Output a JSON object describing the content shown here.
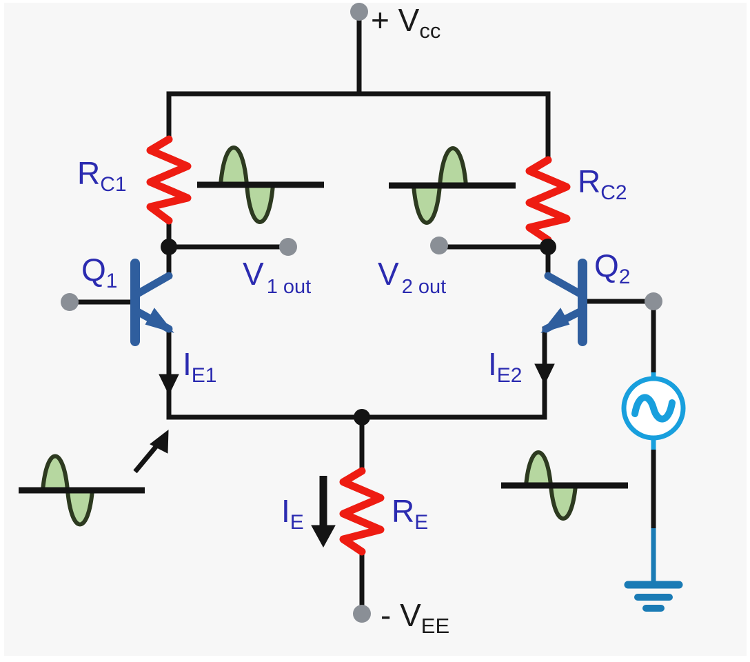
{
  "diagram": {
    "title": "Differential amplifier circuit",
    "background_color": "#f7f7f7"
  },
  "colors": {
    "wire": "#141414",
    "resistor": "#ee1c12",
    "transistor": "#2f5e9e",
    "label": "#2b2bb0",
    "label_dark": "#1b1b1b",
    "terminal_dot": "#8a8f96",
    "junction_dot": "#141414",
    "source": "#189fdd",
    "wave_fill": "#b6d7a0",
    "wave_stroke": "#2d3a20"
  },
  "labels": {
    "vcc": {
      "main": "+ V",
      "sub": "cc"
    },
    "vee": {
      "main": "- V",
      "sub": "EE"
    },
    "rc1": {
      "main": "R",
      "sub": "C1"
    },
    "rc2": {
      "main": "R",
      "sub": "C2"
    },
    "re": {
      "main": "R",
      "sub": "E"
    },
    "q1": {
      "main": "Q",
      "sub": "1"
    },
    "q2": {
      "main": "Q",
      "sub": "2"
    },
    "v1out": {
      "main": "V",
      "sub": "1 out"
    },
    "v2out": {
      "main": "V",
      "sub": "2 out"
    },
    "ie1": {
      "main": "I",
      "sub": "E1"
    },
    "ie2": {
      "main": "I",
      "sub": "E2"
    },
    "ie": {
      "main": "I",
      "sub": "E"
    }
  },
  "components": {
    "resistors": [
      {
        "name": "RC1",
        "orientation": "vertical"
      },
      {
        "name": "RC2",
        "orientation": "vertical"
      },
      {
        "name": "RE",
        "orientation": "vertical"
      }
    ],
    "transistors": [
      {
        "name": "Q1",
        "type": "npn",
        "facing": "right"
      },
      {
        "name": "Q2",
        "type": "npn",
        "facing": "left"
      }
    ],
    "source": {
      "name": "ac-source",
      "symbol": "sine"
    },
    "ground": {
      "name": "ground",
      "bars": 3
    },
    "waveforms": [
      {
        "name": "rc1-output-wave",
        "phase": "positive-first"
      },
      {
        "name": "rc2-output-wave",
        "phase": "negative-first"
      },
      {
        "name": "input-wave-left",
        "phase": "positive-first"
      },
      {
        "name": "input-wave-right",
        "phase": "positive-first"
      }
    ],
    "current_arrows": [
      "IE1",
      "IE2",
      "IE"
    ],
    "pointer_arrow": {
      "name": "input-pointer-arrow"
    }
  }
}
